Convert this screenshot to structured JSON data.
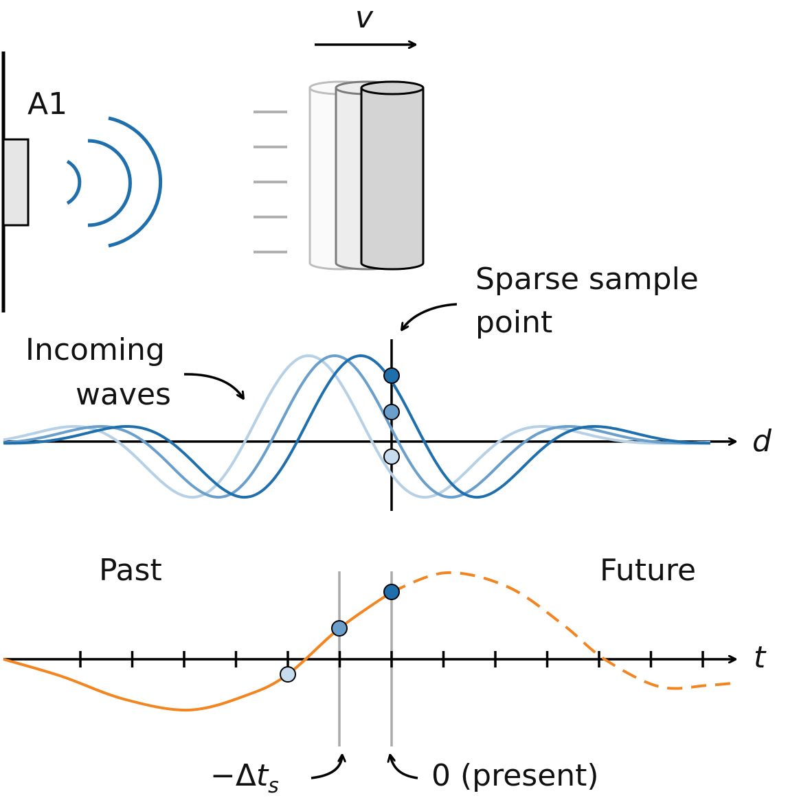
{
  "speaker": {
    "label": "A1"
  },
  "motion": {
    "velocity_label": "v"
  },
  "annotations": {
    "sample_point_line1": "Sparse sample",
    "sample_point_line2": "point",
    "waves_line1": "Incoming",
    "waves_line2": "waves"
  },
  "axes": {
    "spatial_axis_label": "d",
    "time_axis_label": "t"
  },
  "timeline": {
    "past_label": "Past",
    "future_label": "Future",
    "delta_minus": "−Δ",
    "delta_t": "t",
    "delta_sub": "s",
    "present_label": "0 (present)"
  },
  "colors": {
    "wave_blue": "#1f6fad",
    "wave_mid": "#6a9fcb",
    "wave_light": "#b6d0e6",
    "signal_orange": "#f28520",
    "cylinder_fill": "#d4d4d4",
    "tick_gray": "#aaaaaa"
  }
}
